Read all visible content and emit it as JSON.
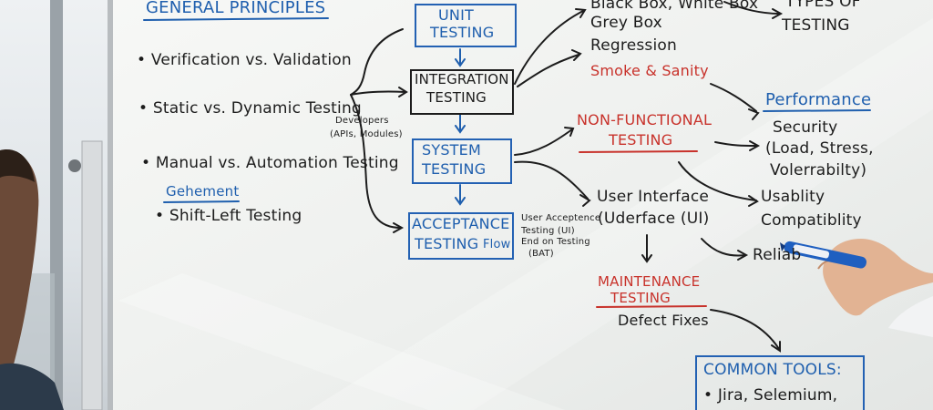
{
  "board": {
    "general_principles": "GENERAL PRINCIPLES",
    "bullets": [
      "• Verification vs. Validation",
      "• Static vs. Dynamic Testing",
      "• Manual vs. Automation Testing",
      "• Shift-Left Testing"
    ],
    "gehement": "Gehement",
    "flow": {
      "unit": [
        "UNIT",
        "TESTING"
      ],
      "integration": [
        "INTEGRATION",
        "TESTING"
      ],
      "system": [
        "SYSTEM",
        "TESTING"
      ],
      "acceptance": [
        "ACCEPTANCE",
        "TESTING"
      ],
      "flow_label": "Flow"
    },
    "developers_note": [
      "Developers",
      "(APIs, Modules)"
    ],
    "uat_note": [
      "User Acceptence",
      "Testing (UI)",
      "End on Testing",
      "(BAT)"
    ],
    "types_of_testing": [
      "TYPES OF",
      "TESTING"
    ],
    "functional": {
      "black_box": "Black Box, White Box",
      "grey_box": "Grey Box",
      "regression": "Regression",
      "smoke": "Smoke & Sanity"
    },
    "non_functional": [
      "NON-FUNCTIONAL",
      "TESTING"
    ],
    "performance": "Performance",
    "security": [
      "Security",
      "(Load, Stress,",
      "Volerrabilty)"
    ],
    "usability": "Usablity",
    "compatibility": "Compatiblity",
    "reliability": "Reliab",
    "user_interface": [
      "User Interface",
      "(Uderface (UI)"
    ],
    "maintenance": [
      "MAINTENANCE",
      "TESTING"
    ],
    "defect_fixes": "Defect Fixes",
    "common_tools": {
      "title": "COMMON TOOLS:",
      "items": [
        "• Jira, Selemium,"
      ]
    }
  },
  "colors": {
    "marker_blue": "#1f5fae",
    "marker_red": "#c8322b",
    "marker_black": "#1c1c1c",
    "board_white": "#f4f5f3"
  }
}
